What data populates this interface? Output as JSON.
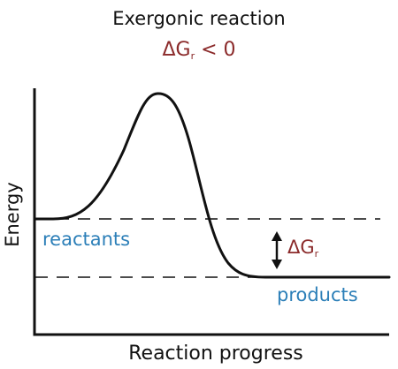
{
  "title": "Exergonic reaction",
  "subtitle": {
    "main": "ΔG",
    "sub": "r",
    "rest": " < 0"
  },
  "axes": {
    "x_label": "Reaction progress",
    "y_label": "Energy"
  },
  "labels": {
    "reactants": "reactants",
    "products": "products",
    "delta_g": {
      "main": "ΔG",
      "sub": "r"
    }
  },
  "colors": {
    "text": "#111111",
    "delta_g": "#8b2a2a",
    "state_labels": "#2c7fb8"
  }
}
